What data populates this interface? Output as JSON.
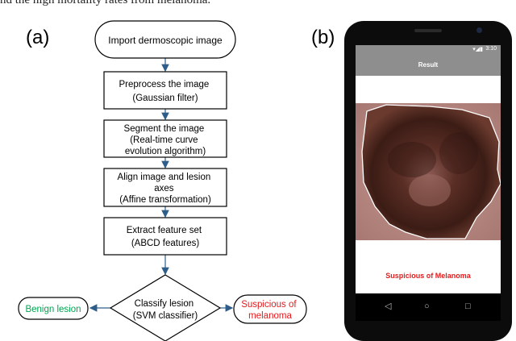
{
  "caption_fragment": "nd the high mortality rates from melanoma.",
  "panel_a_label": "(a)",
  "panel_b_label": "(b)",
  "flowchart": {
    "start": "Import dermoscopic image",
    "step1": [
      "Preprocess the image",
      "(Gaussian filter)"
    ],
    "step2": [
      "Segment the image",
      "(Real-time curve",
      "evolution algorithm)"
    ],
    "step3": [
      "Align image and lesion",
      "axes",
      "(Affine transformation)"
    ],
    "step4": [
      "Extract feature set",
      "(ABCD features)"
    ],
    "decision": [
      "Classify lesion",
      "(SVM classifier)"
    ],
    "benign": "Benign lesion",
    "suspicious": [
      "Suspicious of",
      "melanoma"
    ],
    "colors": {
      "benign": "#00a651",
      "suspicious": "#e41a1c",
      "arrow": "#2f5d8a"
    }
  },
  "phone": {
    "status_time": "3:10",
    "app_title": "Result",
    "result_text": "Suspicious of Melanoma",
    "nav_icons": [
      "back-icon",
      "home-icon",
      "recents-icon"
    ],
    "result_color": "#e51b1b"
  }
}
